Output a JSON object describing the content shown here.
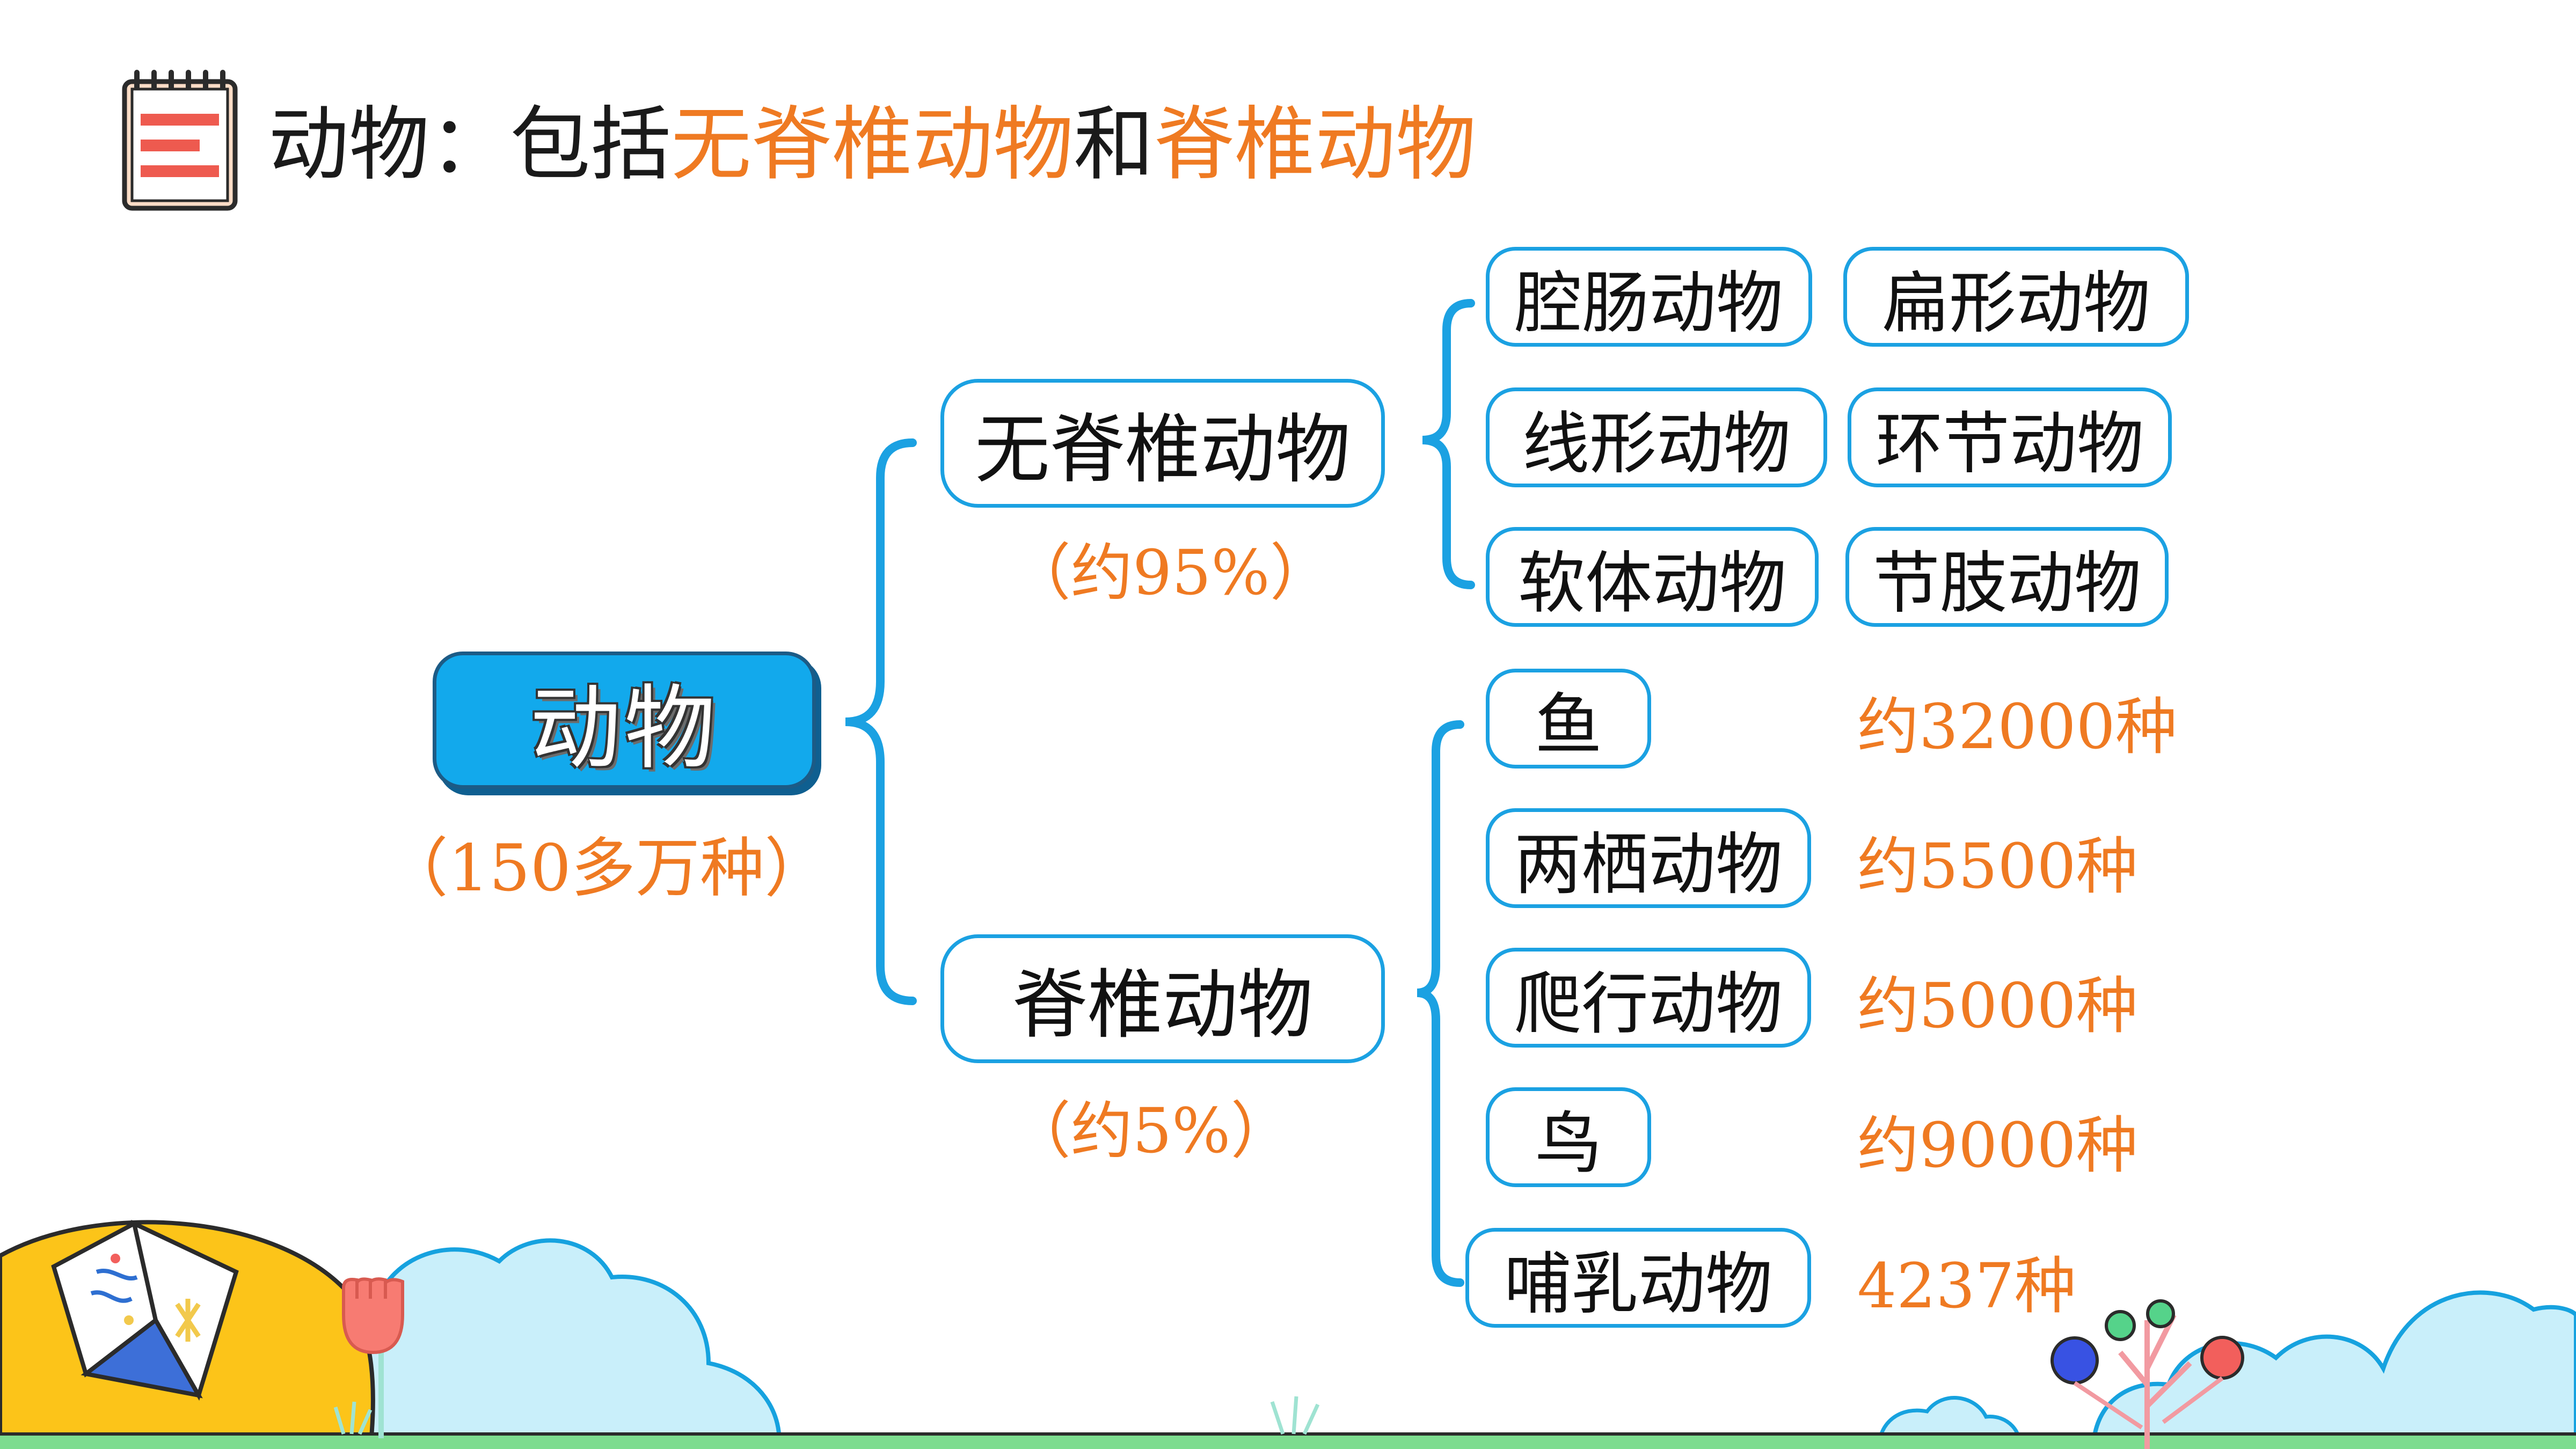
{
  "heading": {
    "prefix": "动物：包括",
    "invertebrate": "无脊椎动物",
    "conjunction": "和",
    "vertebrate": "脊椎动物"
  },
  "root": {
    "label": "动物",
    "count": "（150多万种）"
  },
  "invertebrates": {
    "label": "无脊椎动物",
    "share": "（约95%）",
    "groups": [
      "腔肠动物",
      "扁形动物",
      "线形动物",
      "环节动物",
      "软体动物",
      "节肢动物"
    ]
  },
  "vertebrates": {
    "label": "脊椎动物",
    "share": "（约5%）",
    "groups": [
      {
        "name": "鱼",
        "species": "约32000种"
      },
      {
        "name": "两栖动物",
        "species": "约5500种"
      },
      {
        "name": "爬行动物",
        "species": "约5000种"
      },
      {
        "name": "鸟",
        "species": "约9000种"
      },
      {
        "name": "哺乳动物",
        "species": "4237种"
      }
    ]
  },
  "colors": {
    "accent": "#ef7a22",
    "outline": "#1ba1e2",
    "root_fill": "#12a9ec",
    "note_icon_fill": "#fbdcc6",
    "note_icon_lines": "#ee5a4f"
  },
  "icons": [
    "notepad-icon",
    "open-book-icon",
    "tree-icon"
  ]
}
